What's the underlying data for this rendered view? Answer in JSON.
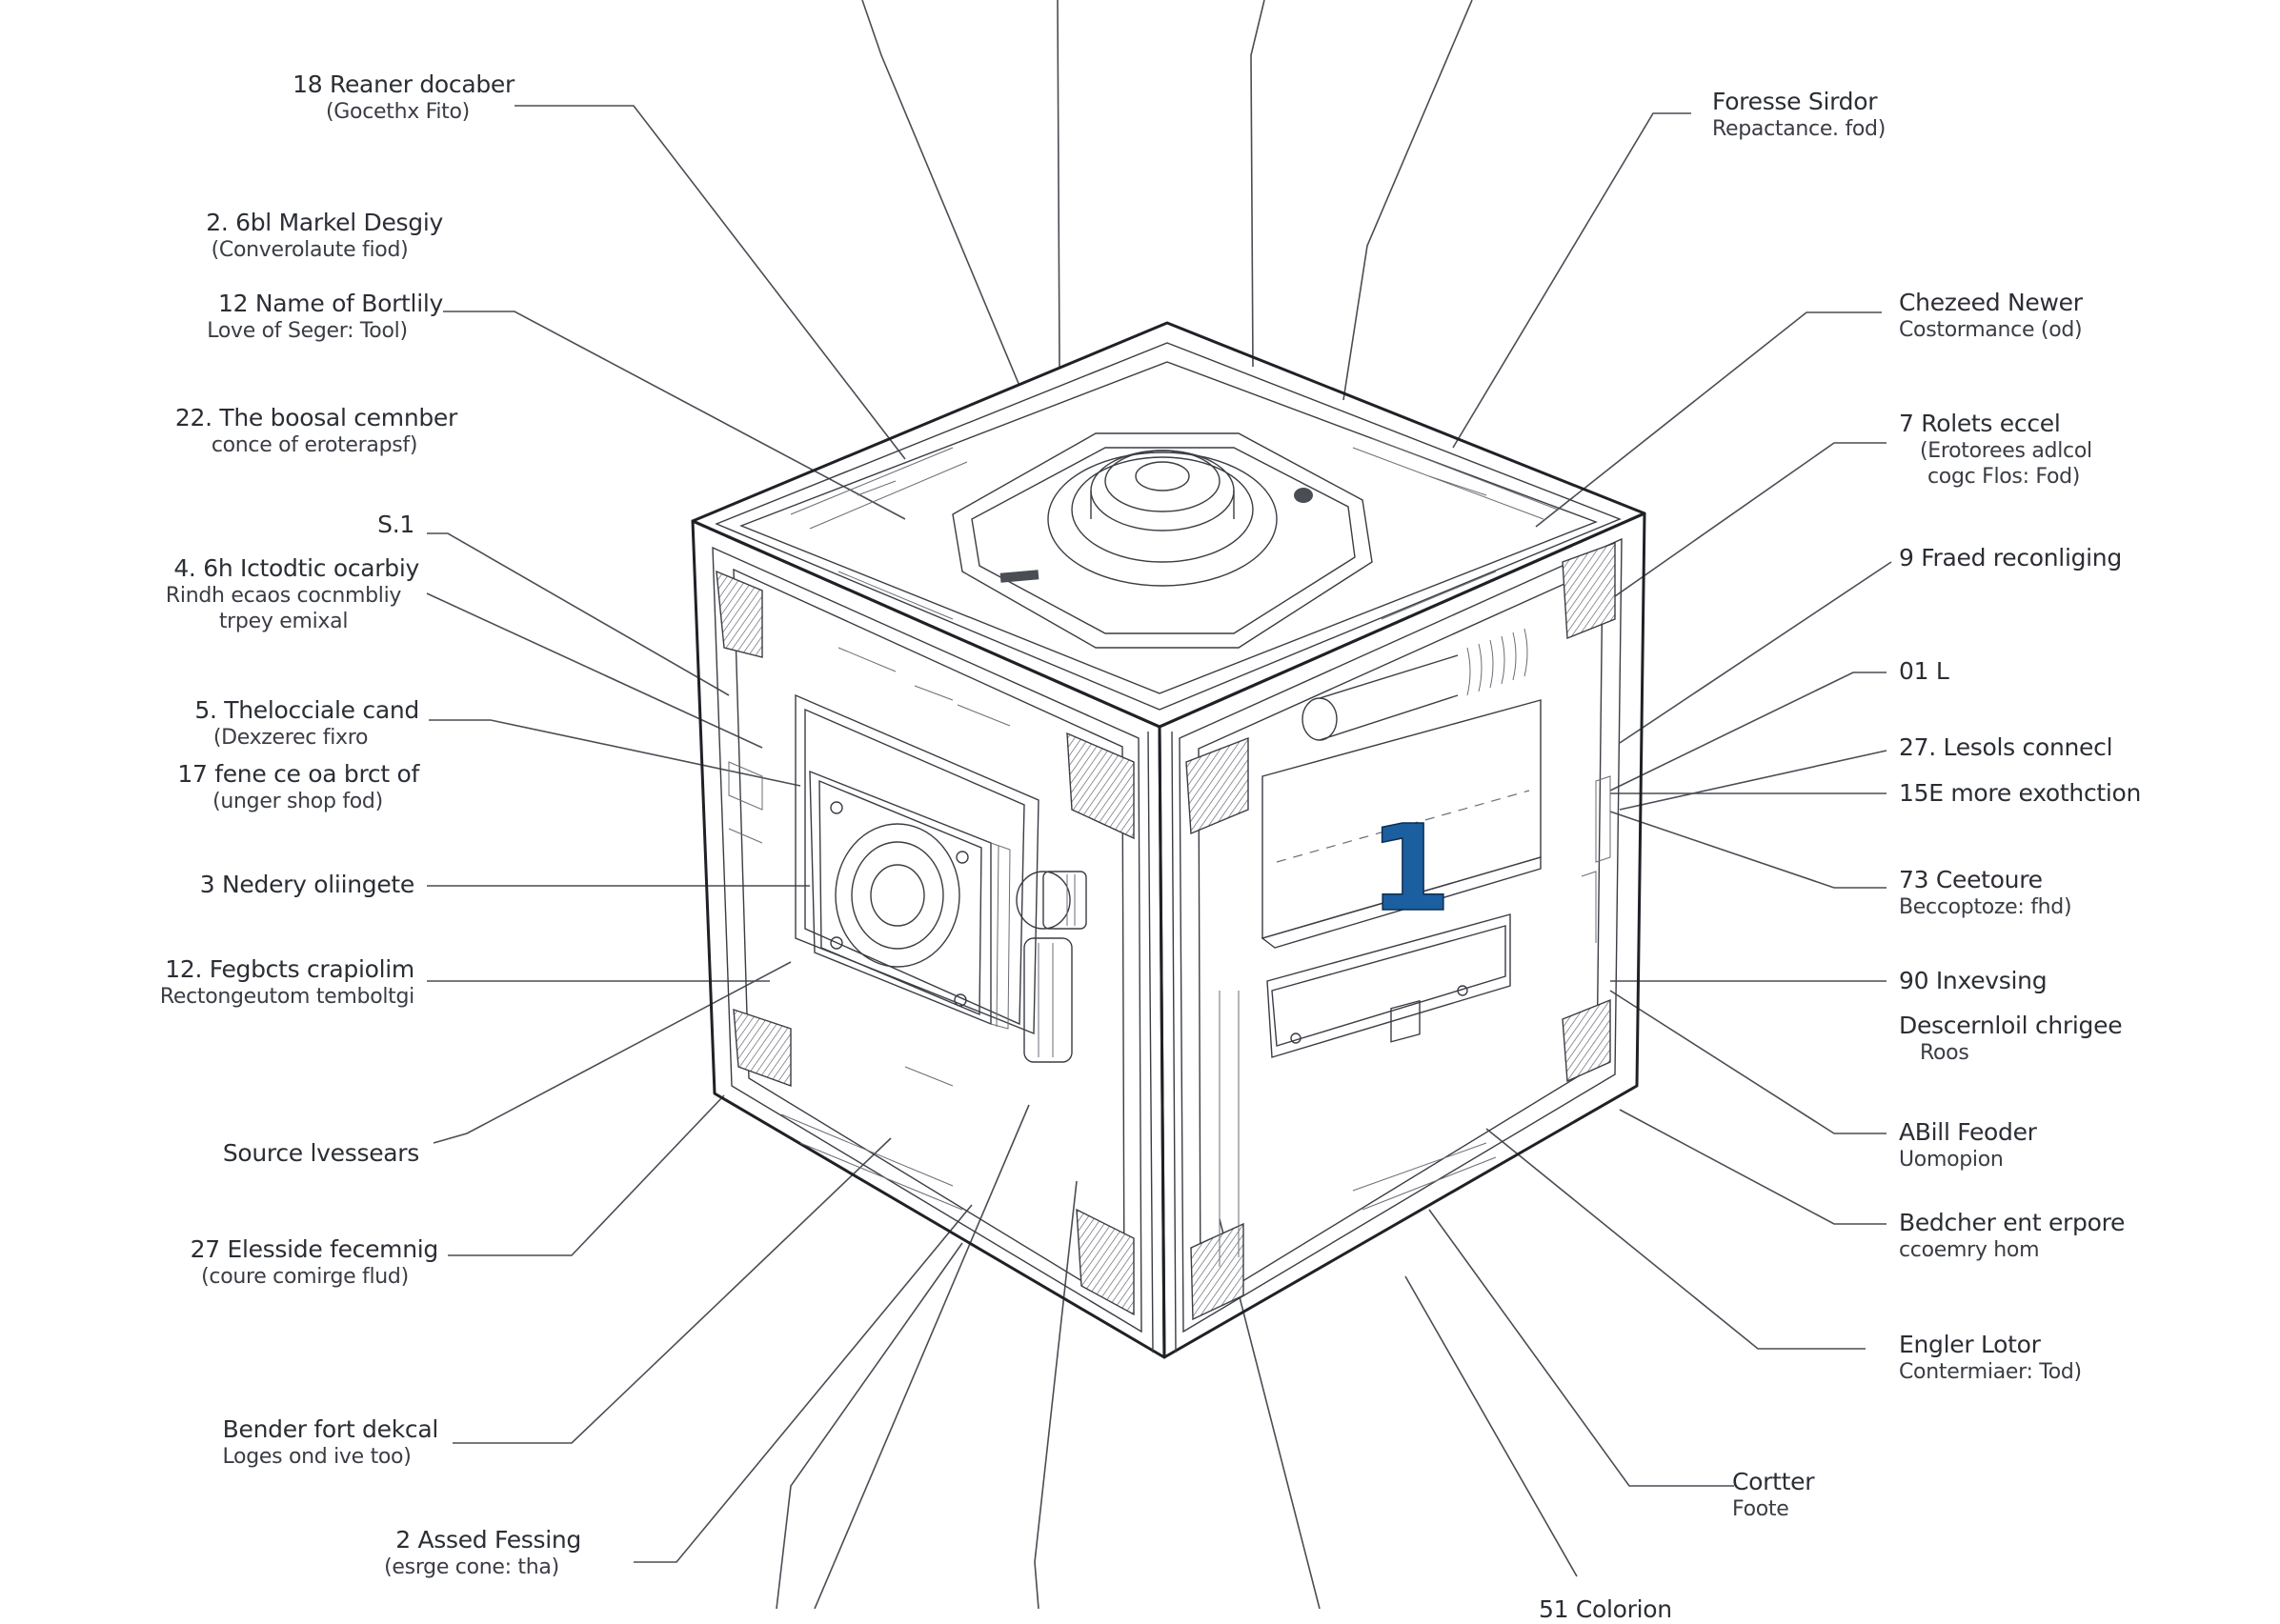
{
  "diagram": {
    "type": "exploded isometric technical illustration",
    "subject": "transparent cube enclosure with internal modules",
    "face_badge": {
      "text": "1",
      "color": "#1c5fa0"
    },
    "line_color": "#2b2e34",
    "background": "#ffffff"
  },
  "labels_left": [
    {
      "title": "18 Reaner docaber",
      "sub": "(Gocethx Fito)"
    },
    {
      "title": "2. 6bl Markel Desgiy",
      "sub": "(Converolaute fiod)"
    },
    {
      "title": "12 Name of Bortlily",
      "sub": "Love of Seger: Tool)"
    },
    {
      "title": "22. The boosal cemnber",
      "sub": "conce of eroterapsf)"
    },
    {
      "title": "S.1",
      "sub": ""
    },
    {
      "title": "4. 6h Ictodtic ocarbiy",
      "sub": "Rindh ecaos cocnmbliy",
      "sub2": "trpey emixal"
    },
    {
      "title": "5. Thelocciale cand",
      "sub": "(Dexzerec fixro"
    },
    {
      "title": "17 fene ce oa brct of",
      "sub": "(unger shop fod)"
    },
    {
      "title": "3 Nedery oliingete",
      "sub": ""
    },
    {
      "title": "12. Fegbcts crapiolim",
      "sub": "Rectongeutom temboltgi"
    },
    {
      "title": "Source lvessears",
      "sub": ""
    },
    {
      "title": "27 Elesside fecemnig",
      "sub": "(coure comirge flud)"
    },
    {
      "title": "Bender fort dekcal",
      "sub": "Loges ond ive too)"
    },
    {
      "title": "2 Assed Fessing",
      "sub": "(esrge cone: tha)"
    }
  ],
  "labels_right": [
    {
      "title": "Foresse Sirdor",
      "sub": "Repactance. fod)"
    },
    {
      "title": "Chezeed Newer",
      "sub": "Costormance (od)"
    },
    {
      "title": "7 Rolets eccel",
      "sub": "(Erotorees adlcol",
      "sub2": "cogc Flos: Fod)"
    },
    {
      "title": "9 Fraed reconliging",
      "sub": ""
    },
    {
      "title": "01 L",
      "sub": ""
    },
    {
      "title": "27. Lesols connecl",
      "sub": ""
    },
    {
      "title": "15E more exothction",
      "sub": ""
    },
    {
      "title": "73 Ceetoure",
      "sub": "Beccoptoze: fhd)"
    },
    {
      "title": "90 Inxevsing",
      "sub": ""
    },
    {
      "title": "Descernloil chrigee",
      "sub": "Roos"
    },
    {
      "title": "ABill Feoder",
      "sub": "Uomopion"
    },
    {
      "title": "Bedcher ent erpore",
      "sub": "ccoemry hom"
    },
    {
      "title": "Engler Lotor",
      "sub": "Contermiaer: Tod)"
    },
    {
      "title": "Cortter",
      "sub": "Foote"
    },
    {
      "title": "51 Colorion",
      "sub": ""
    }
  ]
}
